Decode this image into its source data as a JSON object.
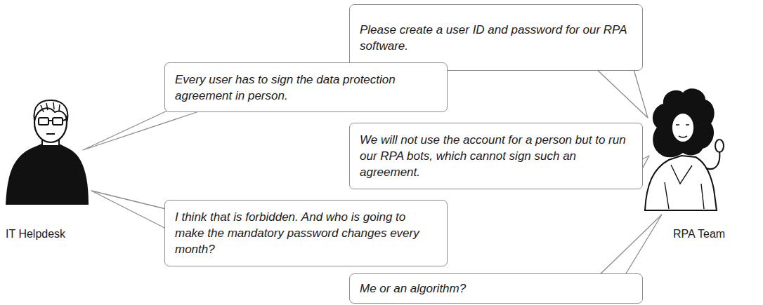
{
  "diagram": {
    "nodes": [
      {
        "text": [
          "Please create a user ID and password for our RPA software."
        ]
      },
      {
        "text": [
          "Every user has to sign the data protection agreement in person."
        ]
      },
      {
        "text": [
          "We will not use the account for a person but to run our RPA bots, which cannot sign such an agreement."
        ]
      },
      {
        "text": [
          "I think that is forbidden. And who is going to make the mandatory password changes every month?"
        ]
      },
      {
        "text": [
          "Me or an algorithm?"
        ]
      }
    ],
    "labels": [
      "IT Helpdesk",
      "RPA Team"
    ]
  }
}
